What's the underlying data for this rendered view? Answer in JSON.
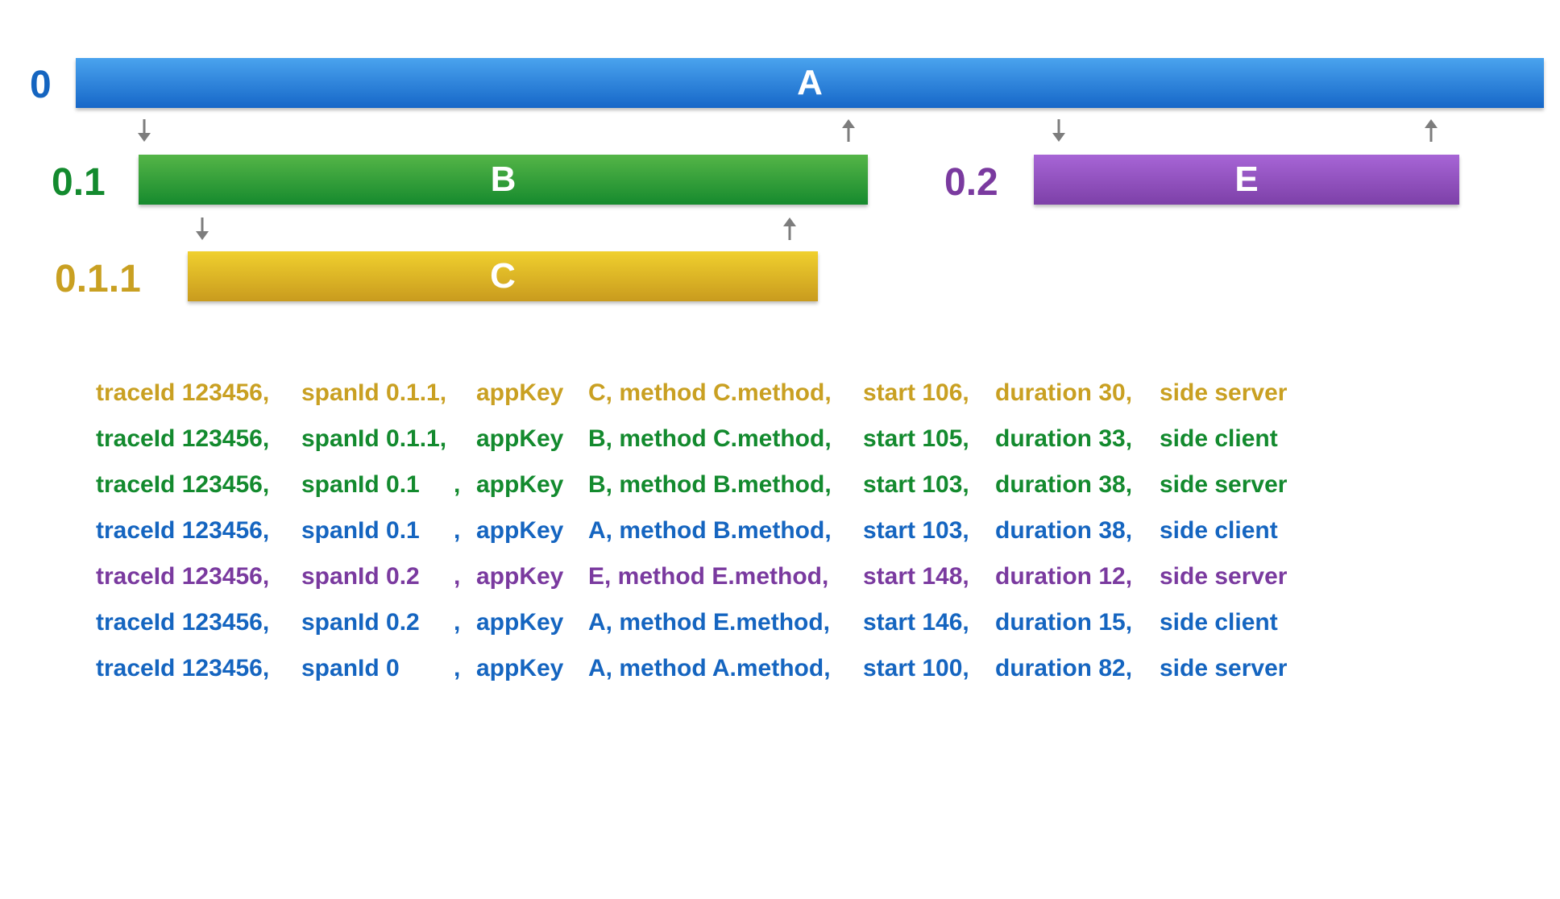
{
  "colors": {
    "blue": "#1565c0",
    "green": "#138a2e",
    "purple": "#7a3a9f",
    "gold": "#c9a022",
    "arrow": "#7d7d7d"
  },
  "spans": [
    {
      "id": "0",
      "app": "A",
      "color_key": "blue",
      "grad": [
        "#4aa3ee",
        "#1667c8"
      ]
    },
    {
      "id": "0.1",
      "app": "B",
      "color_key": "green",
      "grad": [
        "#55b547",
        "#168a2e"
      ]
    },
    {
      "id": "0.2",
      "app": "E",
      "color_key": "purple",
      "grad": [
        "#a765d6",
        "#7d40a8"
      ]
    },
    {
      "id": "0.1.1",
      "app": "C",
      "color_key": "gold",
      "grad": [
        "#f0d02e",
        "#c99b1e"
      ]
    }
  ],
  "arrows": [
    {
      "name": "call-arrow-a-to-b",
      "dir": "down"
    },
    {
      "name": "return-arrow-b-to-a",
      "dir": "up"
    },
    {
      "name": "call-arrow-a-to-e",
      "dir": "down"
    },
    {
      "name": "return-arrow-e-to-a",
      "dir": "up"
    },
    {
      "name": "call-arrow-b-to-c",
      "dir": "down"
    },
    {
      "name": "return-arrow-c-to-b",
      "dir": "up"
    }
  ],
  "log_lines": [
    {
      "color_key": "gold",
      "traceId": "traceId 123456,",
      "spanId": "spanId 0.1.1,",
      "comma": "",
      "appKey": "appKey",
      "appMethod": "C, method C.method,",
      "start": "start 106,",
      "duration": "duration 30,",
      "side": "side server"
    },
    {
      "color_key": "green",
      "traceId": "traceId 123456,",
      "spanId": "spanId 0.1.1,",
      "comma": "",
      "appKey": "appKey",
      "appMethod": "B, method C.method,",
      "start": "start 105,",
      "duration": "duration 33,",
      "side": "side client"
    },
    {
      "color_key": "green",
      "traceId": "traceId 123456,",
      "spanId": "spanId 0.1",
      "comma": ",",
      "appKey": "appKey",
      "appMethod": "B, method B.method,",
      "start": "start 103,",
      "duration": "duration 38,",
      "side": "side server"
    },
    {
      "color_key": "blue",
      "traceId": "traceId 123456,",
      "spanId": "spanId 0.1",
      "comma": ",",
      "appKey": "appKey",
      "appMethod": "A, method B.method,",
      "start": "start 103,",
      "duration": "duration 38,",
      "side": "side client"
    },
    {
      "color_key": "purple",
      "traceId": "traceId 123456,",
      "spanId": "spanId 0.2",
      "comma": ",",
      "appKey": "appKey",
      "appMethod": "E, method E.method,",
      "start": "start 148,",
      "duration": "duration 12,",
      "side": "side server"
    },
    {
      "color_key": "blue",
      "traceId": "traceId 123456,",
      "spanId": "spanId 0.2",
      "comma": ",",
      "appKey": "appKey",
      "appMethod": "A, method E.method,",
      "start": "start 146,",
      "duration": "duration 15,",
      "side": "side client"
    },
    {
      "color_key": "blue",
      "traceId": "traceId 123456,",
      "spanId": "spanId 0",
      "comma": ",",
      "appKey": "appKey",
      "appMethod": "A, method A.method,",
      "start": "start 100,",
      "duration": "duration 82,",
      "side": "side server"
    }
  ]
}
